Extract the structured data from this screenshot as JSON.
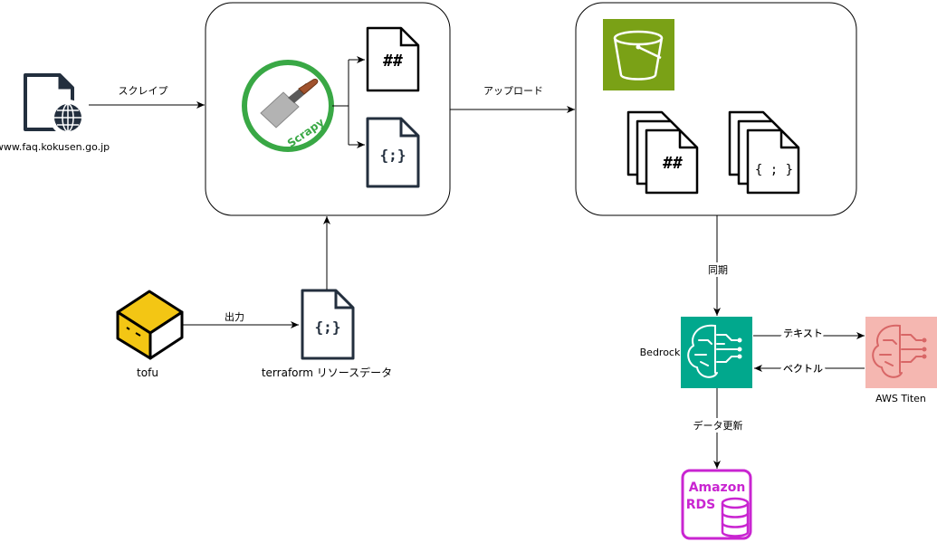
{
  "labels": {
    "website": "www.faq.kokusen.go.jp",
    "scrape": "スクレイプ",
    "upload": "アップロード",
    "sync": "同期",
    "output": "出力",
    "tofu": "tofu",
    "terraform_resource": "terraform リソースデータ",
    "bedrock": "Bedrock",
    "text": "テキスト",
    "vector": "ベクトル",
    "titan": "AWS Titen",
    "data_update": "データ更新"
  },
  "file_marks": {
    "markdown": "##",
    "json": "{;}",
    "json_spaced": "{ ; }"
  },
  "logos": {
    "scrapy": "Scrapy",
    "rds_line1": "Amazon",
    "rds_line2": "RDS"
  },
  "colors": {
    "s3_green": "#7aa116",
    "bedrock_teal": "#01a88d",
    "titan_pink": "#f5b7b1",
    "titan_stroke": "#d86666",
    "rds_magenta": "#c925d1",
    "scrapy_green": "#39a845",
    "tofu_yellow": "#f3c614",
    "file_navy": "#232f3e"
  }
}
